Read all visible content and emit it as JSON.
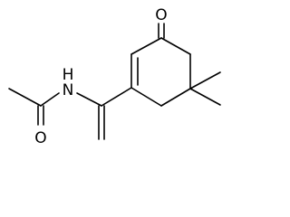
{
  "diagram": {
    "type": "chemical-structure",
    "atom_labels": {
      "ketone_oxygen": "O",
      "amide_nitrogen": "N",
      "amide_hydrogen": "H",
      "amide_oxygen": "O"
    },
    "colors": {
      "bond": "#000000",
      "label": "#000000",
      "background": "#ffffff"
    }
  }
}
